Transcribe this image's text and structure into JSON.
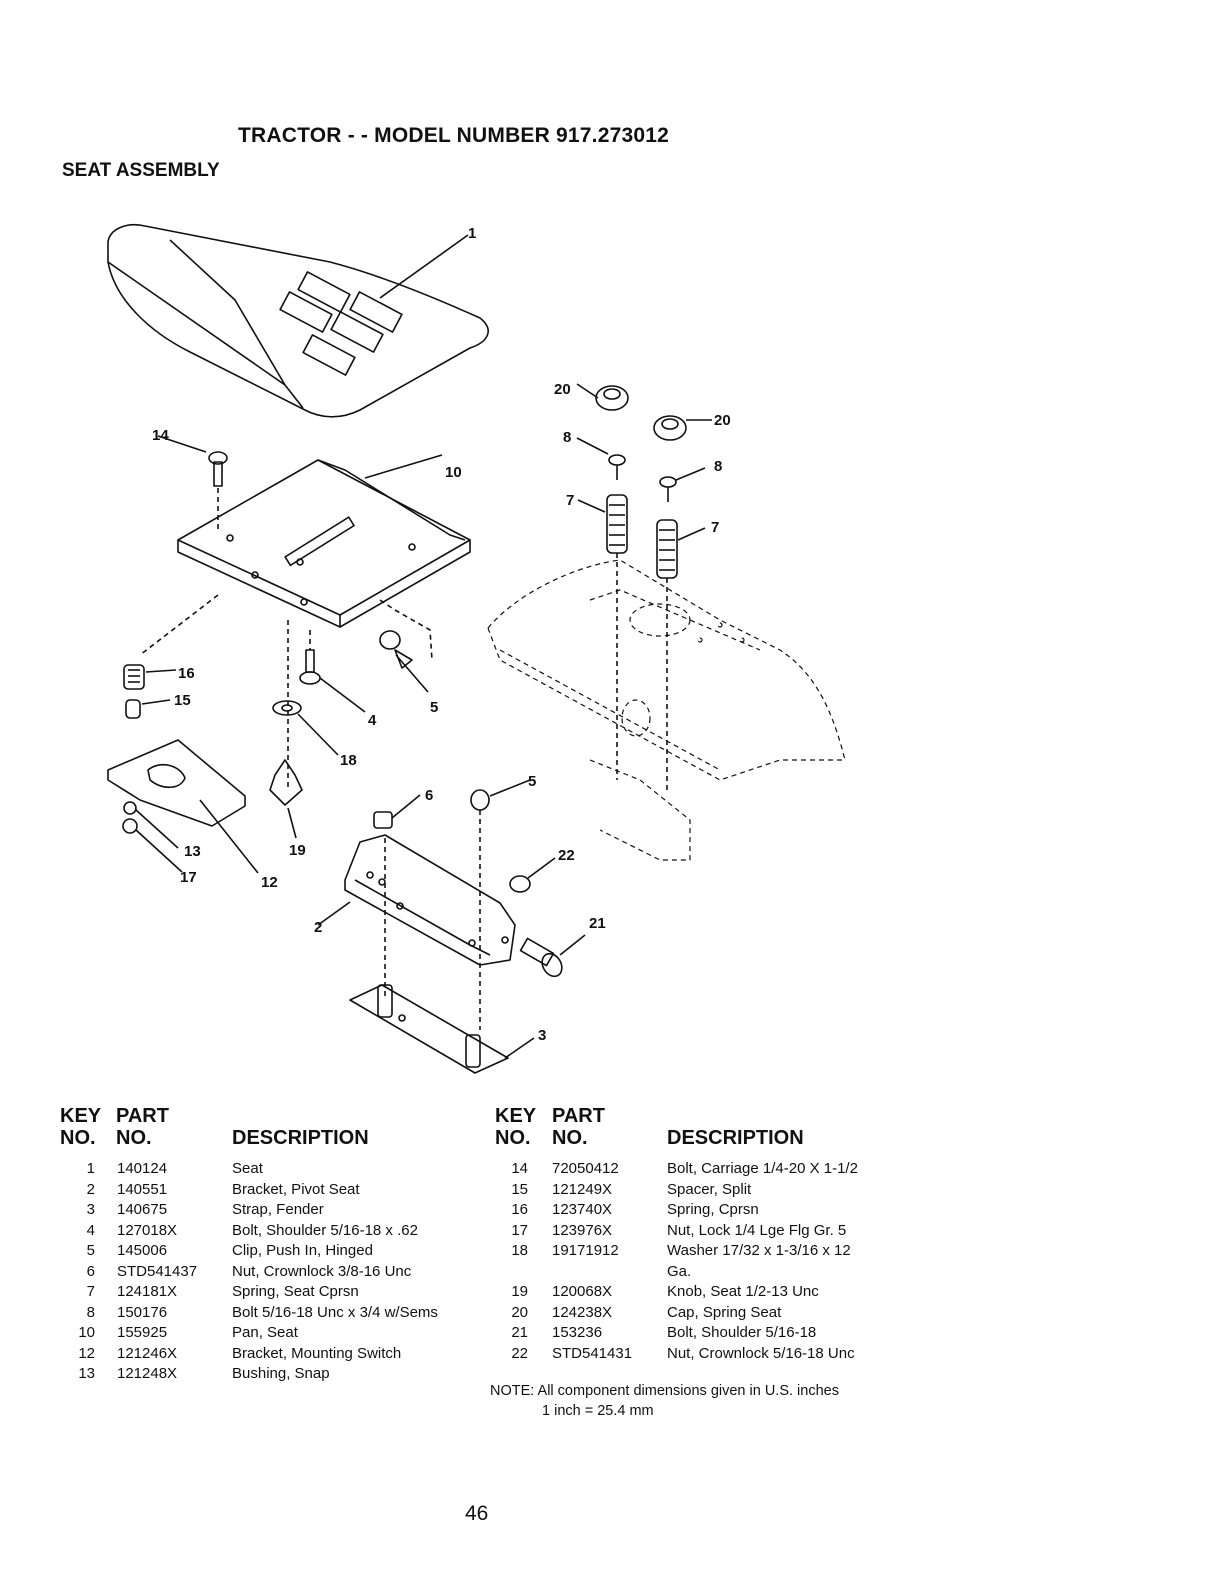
{
  "title": "TRACTOR - - MODEL NUMBER 917.273012",
  "subtitle": "SEAT ASSEMBLY",
  "callouts": [
    "1",
    "14",
    "10",
    "20",
    "8",
    "20",
    "8",
    "7",
    "7",
    "16",
    "15",
    "4",
    "5",
    "18",
    "6",
    "5",
    "19",
    "22",
    "13",
    "17",
    "12",
    "2",
    "21",
    "3"
  ],
  "headers": {
    "key_line1": "KEY",
    "key_line2": "NO.",
    "part_line1": "PART",
    "part_line2": "NO.",
    "description": "DESCRIPTION"
  },
  "parts_left": [
    {
      "key": "1",
      "part": "140124",
      "desc": "Seat"
    },
    {
      "key": "2",
      "part": "140551",
      "desc": "Bracket, Pivot Seat"
    },
    {
      "key": "3",
      "part": "140675",
      "desc": "Strap, Fender"
    },
    {
      "key": "4",
      "part": "127018X",
      "desc": "Bolt, Shoulder  5/16-18 x .62"
    },
    {
      "key": "5",
      "part": "145006",
      "desc": "Clip, Push In, Hinged"
    },
    {
      "key": "6",
      "part": "STD541437",
      "desc": "Nut, Crownlock  3/8-16 Unc"
    },
    {
      "key": "7",
      "part": "124181X",
      "desc": "Spring, Seat Cprsn"
    },
    {
      "key": "8",
      "part": "150176",
      "desc": "Bolt  5/16-18 Unc x 3/4 w/Sems"
    },
    {
      "key": "10",
      "part": "155925",
      "desc": "Pan, Seat"
    },
    {
      "key": "12",
      "part": "121246X",
      "desc": "Bracket, Mounting Switch"
    },
    {
      "key": "13",
      "part": "121248X",
      "desc": "Bushing, Snap"
    }
  ],
  "parts_right": [
    {
      "key": "14",
      "part": "72050412",
      "desc": "Bolt, Carriage  1/4-20 X 1-1/2"
    },
    {
      "key": "15",
      "part": "121249X",
      "desc": "Spacer, Split"
    },
    {
      "key": "16",
      "part": "123740X",
      "desc": "Spring, Cprsn"
    },
    {
      "key": "17",
      "part": "123976X",
      "desc": "Nut, Lock  1/4 Lge Flg Gr. 5"
    },
    {
      "key": "18",
      "part": "19171912",
      "desc": "Washer  17/32 x 1-3/16 x 12",
      "desc2": "Ga."
    },
    {
      "key": "19",
      "part": "120068X",
      "desc": "Knob, Seat  1/2-13 Unc"
    },
    {
      "key": "20",
      "part": "124238X",
      "desc": "Cap, Spring Seat"
    },
    {
      "key": "21",
      "part": "153236",
      "desc": "Bolt, Shoulder  5/16-18"
    },
    {
      "key": "22",
      "part": "STD541431",
      "desc": "Nut, Crownlock  5/16-18 Unc"
    }
  ],
  "note": {
    "line1": "NOTE: All component dimensions given in U.S. inches",
    "line2": "1 inch = 25.4 mm"
  },
  "page_number": "46"
}
